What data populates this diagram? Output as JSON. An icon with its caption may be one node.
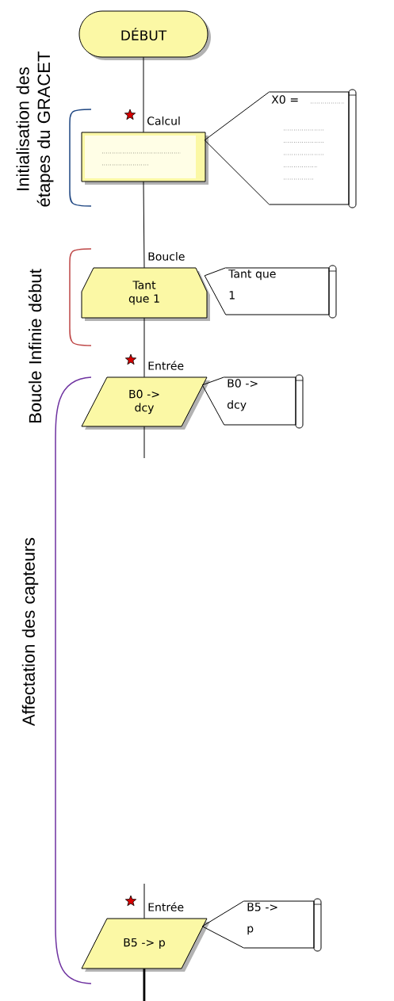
{
  "diagram": {
    "nodes": [
      {
        "text": [
          "DÉBUT"
        ]
      },
      {
        "text": [
          "Calcul"
        ]
      },
      {
        "text": [
          "X0 ="
        ]
      },
      {
        "text": [
          "Boucle",
          "Tant que 1"
        ]
      },
      {
        "text": [
          "Tant que 1"
        ]
      },
      {
        "text": [
          "Entrée",
          "B0 -> dcy"
        ]
      },
      {
        "text": [
          "B0 -> dcy"
        ]
      },
      {
        "text": [
          "Entrée",
          "B5 -> p"
        ]
      },
      {
        "text": [
          "B5 -> p"
        ]
      }
    ],
    "edges": [
      {
        "from": 0,
        "to": 1,
        "arrow": "none"
      },
      {
        "from": 1,
        "to": 2,
        "arrow": "none"
      },
      {
        "from": 1,
        "to": 3,
        "arrow": "none"
      },
      {
        "from": 3,
        "to": 4,
        "arrow": "none"
      },
      {
        "from": 3,
        "to": 5,
        "arrow": "none"
      },
      {
        "from": 5,
        "to": 6,
        "arrow": "none"
      },
      {
        "from": 5,
        "to": null,
        "arrow": "none"
      },
      {
        "from": null,
        "to": 7,
        "arrow": "none"
      },
      {
        "from": 7,
        "to": 8,
        "arrow": "none"
      },
      {
        "from": 7,
        "to": null,
        "arrow": "none",
        "style": "thick"
      }
    ],
    "labels": [
      "Initialisation des étapes du GRACET",
      "Boucle Infinie début",
      "Affectation des capteurs"
    ]
  }
}
